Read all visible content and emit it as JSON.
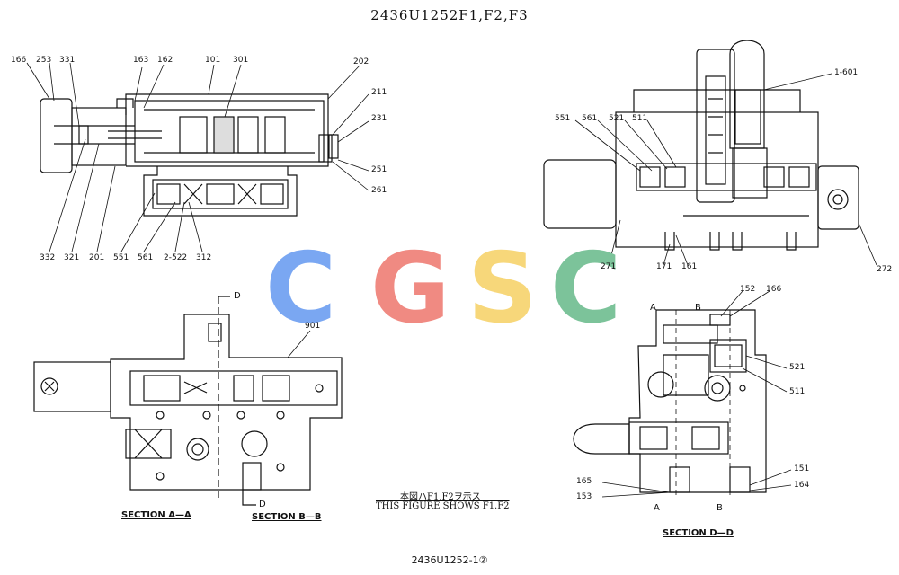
{
  "title": "2436U1252F1,F2,F3",
  "footer": "2436U1252-1②",
  "watermark": {
    "letters": [
      "C",
      "G",
      "S",
      "C"
    ],
    "colors": [
      "#7aa7f2",
      "#f08a82",
      "#f7d77a",
      "#7cc39a"
    ]
  },
  "sections": {
    "aa": "SECTION A—A",
    "bb": "SECTION B—B",
    "dd": "SECTION D—D"
  },
  "note": {
    "jp": "本図ハF1,F2ヲ示ス",
    "en": "THIS FIGURE SHOWS  F1.F2"
  },
  "cut_marks": {
    "d_top": "D",
    "d_bottom": "D",
    "a_top": "A",
    "b_top": "B",
    "a_bottom": "A",
    "b_bottom": "B"
  },
  "callouts": [
    {
      "id": "166",
      "label": "166"
    },
    {
      "id": "253",
      "label": "253"
    },
    {
      "id": "331",
      "label": "331"
    },
    {
      "id": "163",
      "label": "163"
    },
    {
      "id": "162",
      "label": "162"
    },
    {
      "id": "101",
      "label": "101"
    },
    {
      "id": "301",
      "label": "301"
    },
    {
      "id": "202",
      "label": "202"
    },
    {
      "id": "211",
      "label": "211"
    },
    {
      "id": "231",
      "label": "231"
    },
    {
      "id": "251",
      "label": "251"
    },
    {
      "id": "261",
      "label": "261"
    },
    {
      "id": "332",
      "label": "332"
    },
    {
      "id": "321",
      "label": "321"
    },
    {
      "id": "201",
      "label": "201"
    },
    {
      "id": "551a",
      "label": "551"
    },
    {
      "id": "561a",
      "label": "561"
    },
    {
      "id": "2-522",
      "label": "2-522"
    },
    {
      "id": "312",
      "label": "312"
    },
    {
      "id": "1-601",
      "label": "1-601"
    },
    {
      "id": "551b",
      "label": "551"
    },
    {
      "id": "561b",
      "label": "561"
    },
    {
      "id": "521a",
      "label": "521"
    },
    {
      "id": "511a",
      "label": "511"
    },
    {
      "id": "271",
      "label": "271"
    },
    {
      "id": "171",
      "label": "171"
    },
    {
      "id": "161",
      "label": "161"
    },
    {
      "id": "272",
      "label": "272"
    },
    {
      "id": "901",
      "label": "901"
    },
    {
      "id": "152",
      "label": "152"
    },
    {
      "id": "166b",
      "label": "166"
    },
    {
      "id": "521b",
      "label": "521"
    },
    {
      "id": "511b",
      "label": "511"
    },
    {
      "id": "165",
      "label": "165"
    },
    {
      "id": "153",
      "label": "153"
    },
    {
      "id": "151",
      "label": "151"
    },
    {
      "id": "164",
      "label": "164"
    }
  ]
}
